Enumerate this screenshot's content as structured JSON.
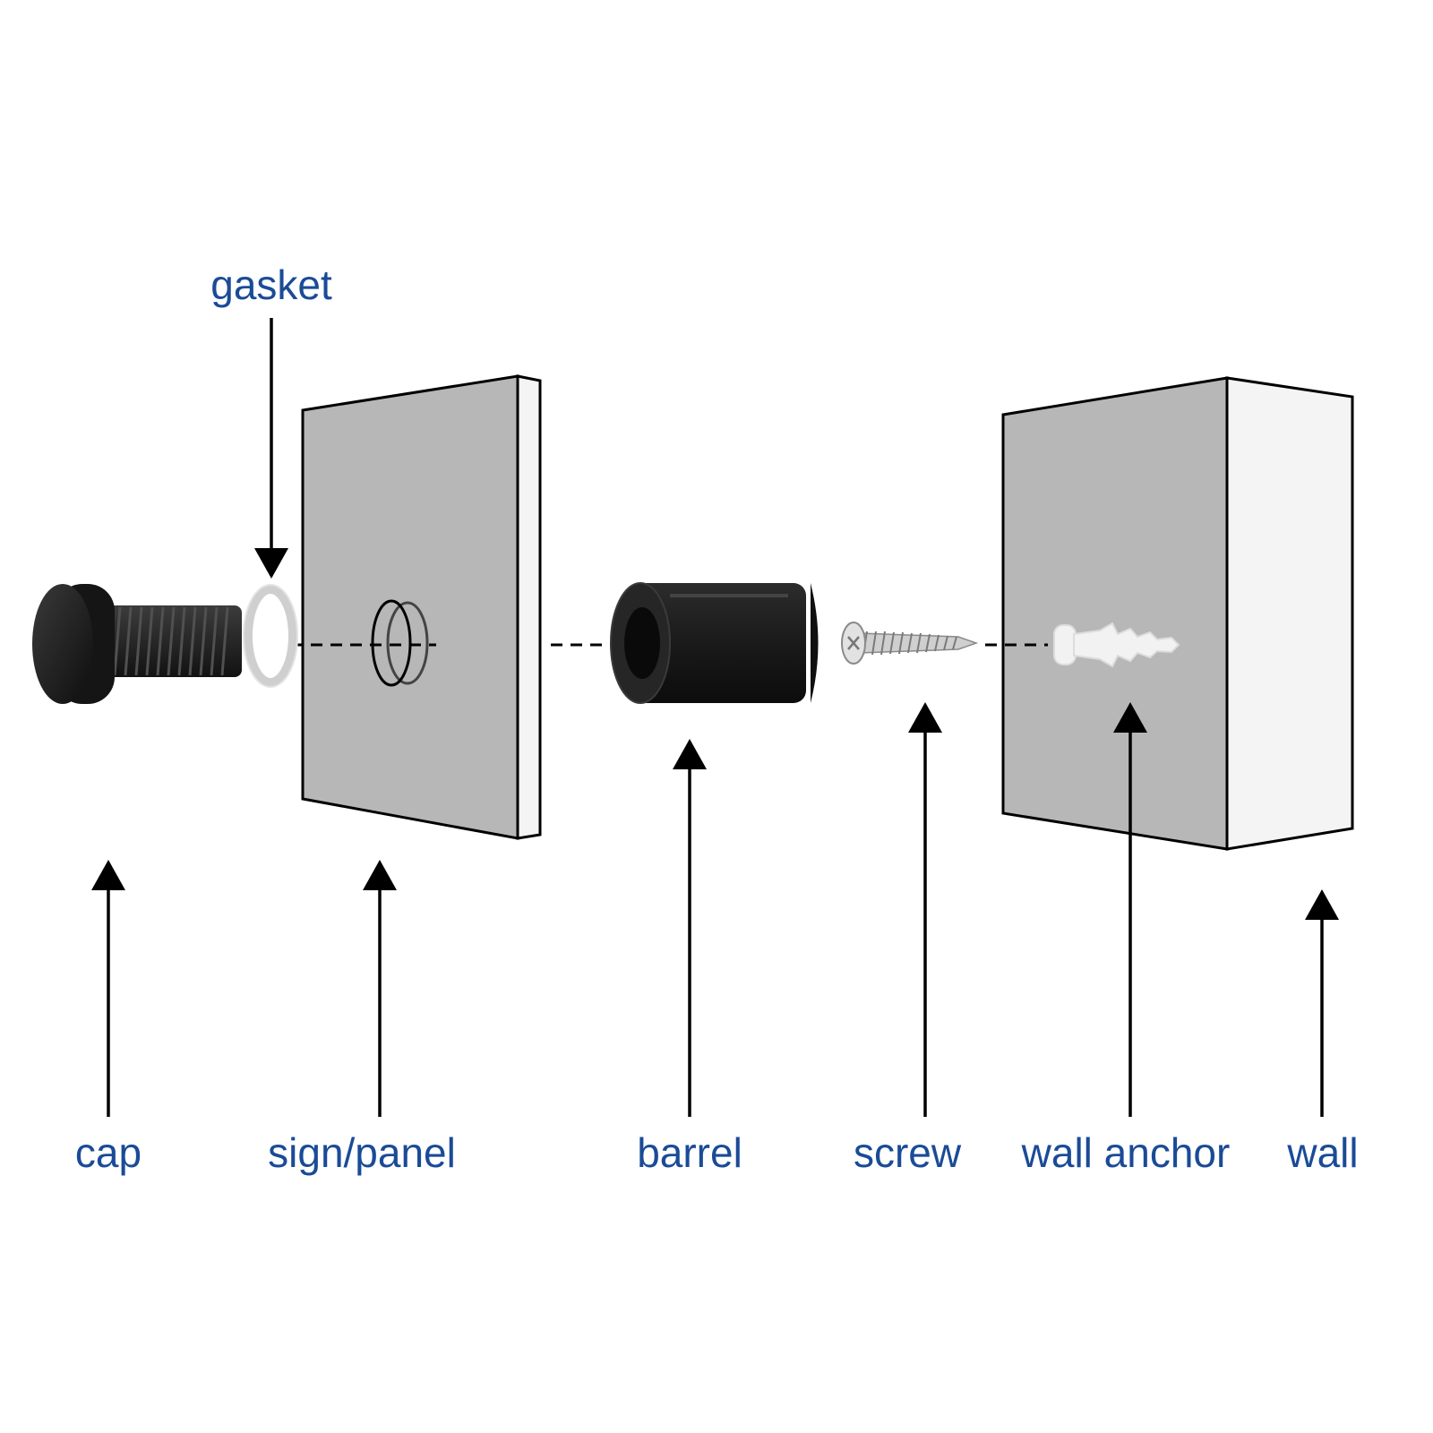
{
  "colors": {
    "label": "#1a4b97",
    "outline": "#000000",
    "panel_face": "#b7b7b7",
    "panel_edge": "#f2f2f2",
    "hardware": "#1e1e1e"
  },
  "labels": {
    "gasket": "gasket",
    "cap": "cap",
    "sign_panel": "sign/panel",
    "barrel": "barrel",
    "screw": "screw",
    "wall_anchor": "wall anchor",
    "wall": "wall"
  }
}
